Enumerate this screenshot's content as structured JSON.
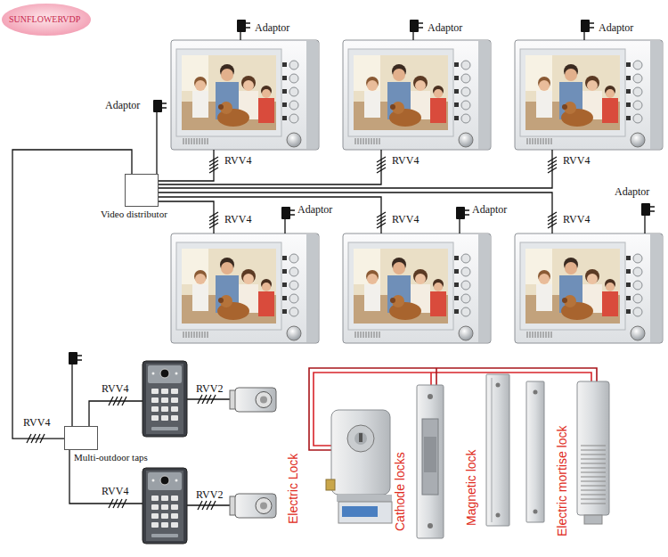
{
  "diagram": {
    "nodes": [
      {
        "text": [
          "Video distributor"
        ]
      },
      {
        "text": [
          "Multi-outdoor taps"
        ]
      }
    ],
    "edges": [
      {
        "from": 0,
        "to": 1,
        "arrow": "none",
        "label": "RVV4"
      }
    ],
    "labels": [
      "SUNFLOWERVDP",
      "Adaptor",
      "Adaptor",
      "Adaptor",
      "Adaptor",
      "RVV4",
      "RVV4",
      "RVV4",
      "Adaptor",
      "Adaptor",
      "Adaptor",
      "RVV4",
      "RVV4",
      "RVV4",
      "RVV4",
      "RVV2",
      "RVV4",
      "RVV2",
      "Electric Lock",
      "Cathode locks",
      "Magnetic lock",
      "Electric mortise lock"
    ]
  }
}
